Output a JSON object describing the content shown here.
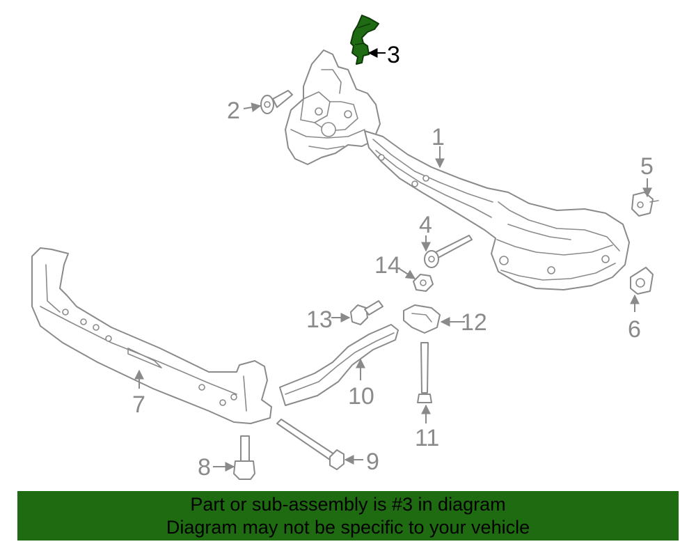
{
  "callouts": {
    "c1": "1",
    "c2": "2",
    "c3": "3",
    "c4": "4",
    "c5": "5",
    "c6": "6",
    "c7": "7",
    "c8": "8",
    "c9": "9",
    "c10": "10",
    "c11": "11",
    "c12": "12",
    "c13": "13",
    "c14": "14"
  },
  "highlight": {
    "part_number": "3",
    "color": "#1f6b14"
  },
  "banner": {
    "line1": "Part or sub-assembly is #3 in diagram",
    "line2": "Diagram may not be specific to your vehicle",
    "background": "#1f6b12"
  }
}
